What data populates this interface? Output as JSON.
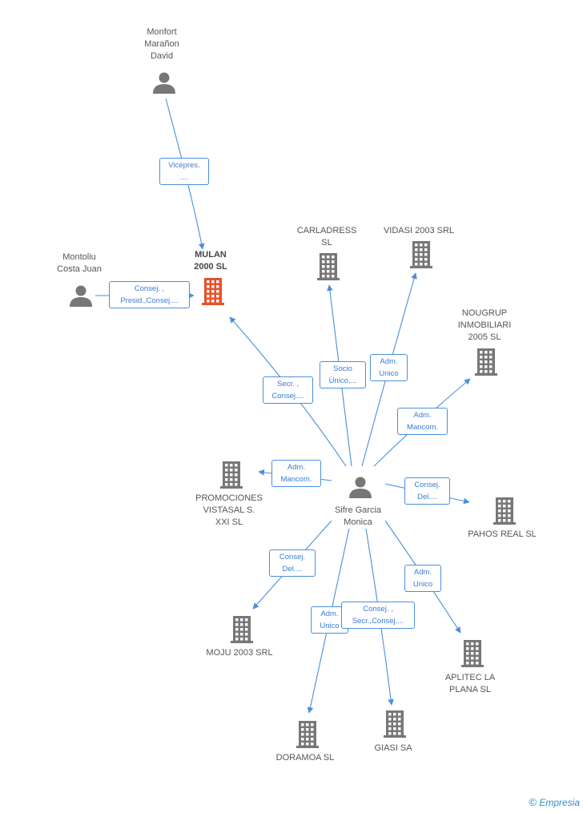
{
  "nodes": {
    "monfort": {
      "label": "Monfort\nMarañon\nDavid",
      "kind": "person-icon"
    },
    "montoliu": {
      "label": "Montoliu\nCosta Juan",
      "kind": "person-icon"
    },
    "mulan": {
      "label": "MULAN\n2000 SL",
      "kind": "building-icon",
      "color": "#e8502a"
    },
    "carladress": {
      "label": "CARLADRESS\nSL",
      "kind": "building-icon"
    },
    "vidasi": {
      "label": "VIDASI 2003 SRL",
      "kind": "building-icon"
    },
    "nougrup": {
      "label": "NOUGRUP\nINMOBILIARI\n2005 SL",
      "kind": "building-icon"
    },
    "promociones": {
      "label": "PROMOCIONES\nVISTASAL S.\nXXI SL",
      "kind": "building-icon"
    },
    "sifre": {
      "label": "Sifre Garcia\nMonica",
      "kind": "person-icon"
    },
    "pahos": {
      "label": "PAHOS REAL SL",
      "kind": "building-icon"
    },
    "moju": {
      "label": "MOJU 2003 SRL",
      "kind": "building-icon"
    },
    "aplitec": {
      "label": "APLITEC LA\nPLANA SL",
      "kind": "building-icon"
    },
    "doramoa": {
      "label": "DORAMOA SL",
      "kind": "building-icon"
    },
    "giasi": {
      "label": "GIASI SA",
      "kind": "building-icon"
    }
  },
  "edges": {
    "monfort_mulan": "Vicepres.\n....",
    "montoliu_mulan": "Consej. ,\nPresid.,Consej....",
    "sifre_mulan": "Secr. ,\nConsej....",
    "sifre_carladress": "Socio\nÚnico,...",
    "sifre_vidasi": "Adm.\nUnico",
    "sifre_nougrup": "Adm.\nMancom.",
    "sifre_promociones": "Adm.\nMancom.",
    "sifre_pahos": "Consej.\nDel....",
    "sifre_moju": "Consej.\nDel....",
    "sifre_aplitec": "Adm.\nUnico",
    "sifre_doramoa": "Adm.\nUnico",
    "sifre_giasi": "Consej. ,\nSecr.,Consej...."
  },
  "colors": {
    "edge": "#4a8fdc",
    "icon": "#777777",
    "highlight": "#e8502a"
  },
  "footer": {
    "copyright": "©",
    "brand": "Empresia"
  }
}
